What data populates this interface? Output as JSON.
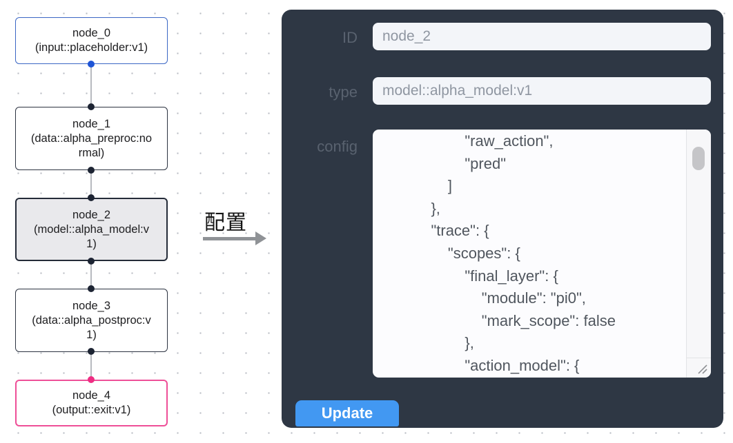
{
  "canvas": {
    "nodes": [
      {
        "label": "node_0",
        "type_line": "(input::placeholder:v1)"
      },
      {
        "label": "node_1",
        "type_line": "(data::alpha_preproc:normal)"
      },
      {
        "label": "node_2",
        "type_line": "(model::alpha_model:v1)"
      },
      {
        "label": "node_3",
        "type_line": "(data::alpha_postproc:v1)"
      },
      {
        "label": "node_4",
        "type_line": "(output::exit:v1)"
      }
    ]
  },
  "arrow": {
    "label": "配置"
  },
  "panel": {
    "id_field": {
      "label": "ID",
      "value": "node_2"
    },
    "type_field": {
      "label": "type",
      "value": "model::alpha_model:v1"
    },
    "config_field": {
      "label": "config",
      "value": "            \"raw_action\",\n            \"pred\"\n        ]\n    },\n    \"trace\": {\n        \"scopes\": {\n            \"final_layer\": {\n                \"module\": \"pi0\",\n                \"mark_scope\": false\n            },\n            \"action_model\": {"
    },
    "update_button": "Update"
  },
  "colors": {
    "panel_bg": "#2e3744",
    "accent_blue": "#4298f2",
    "input_node_border": "#3a66c4",
    "output_node_border": "#ee4e97",
    "selected_node_bg": "#e9e9ec",
    "source_handle_blue": "#1e54d6",
    "output_handle_pink": "#ee2d83"
  }
}
